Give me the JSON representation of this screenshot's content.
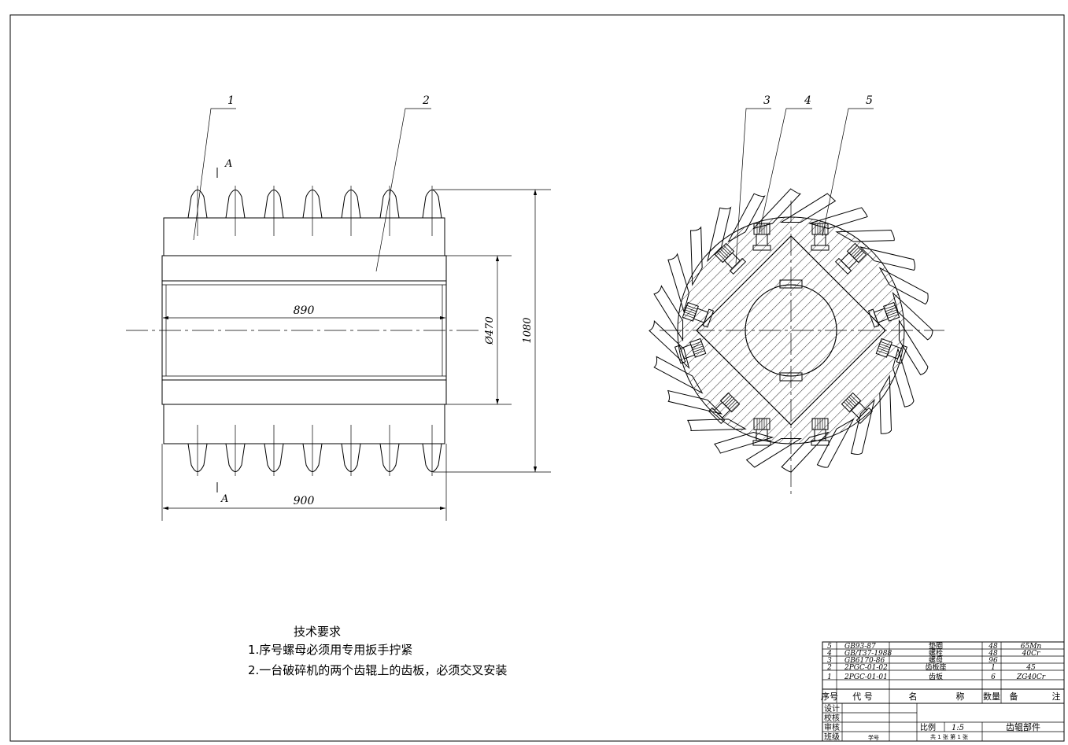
{
  "callouts": [
    "1",
    "2",
    "3",
    "4",
    "5"
  ],
  "section_mark": "A",
  "dimensions": {
    "bore_length": "890",
    "overall_length": "900",
    "diameter": "Ø470",
    "overall_height": "1080"
  },
  "tech_requirements": {
    "heading": "技术要求",
    "items": [
      "1.序号螺母必须用专用扳手拧紧",
      "2.一台破碎机的两个齿辊上的齿板，必须交叉安装"
    ]
  },
  "bom": {
    "rows": [
      {
        "no": "5",
        "code": "GB93-87",
        "name": "垫圈",
        "qty": "48",
        "remark": "65Mn"
      },
      {
        "no": "4",
        "code": "GB/T37-1988",
        "name": "螺栓",
        "qty": "48",
        "remark": "40Cr"
      },
      {
        "no": "3",
        "code": "GB6170-86",
        "name": "螺母",
        "qty": "96",
        "remark": ""
      },
      {
        "no": "2",
        "code": "2PGC-01-02",
        "name": "齿板座",
        "qty": "1",
        "remark": "45"
      },
      {
        "no": "1",
        "code": "2PGC-01-01",
        "name": "齿板",
        "qty": "6",
        "remark": "ZG40Cr"
      }
    ],
    "header": {
      "no": "序号",
      "code": "代  号",
      "name": "名",
      "name2": "称",
      "qty": "数量",
      "remark": "备",
      "remark2": "注"
    }
  },
  "title_block": {
    "design": "设计",
    "check": "校核",
    "review": "审核",
    "class": "班级",
    "student_no": "学号",
    "scale_label": "比例",
    "scale": "1:5",
    "part_name": "齿辊部件",
    "sheets": "共 1 张 第 1 张"
  }
}
